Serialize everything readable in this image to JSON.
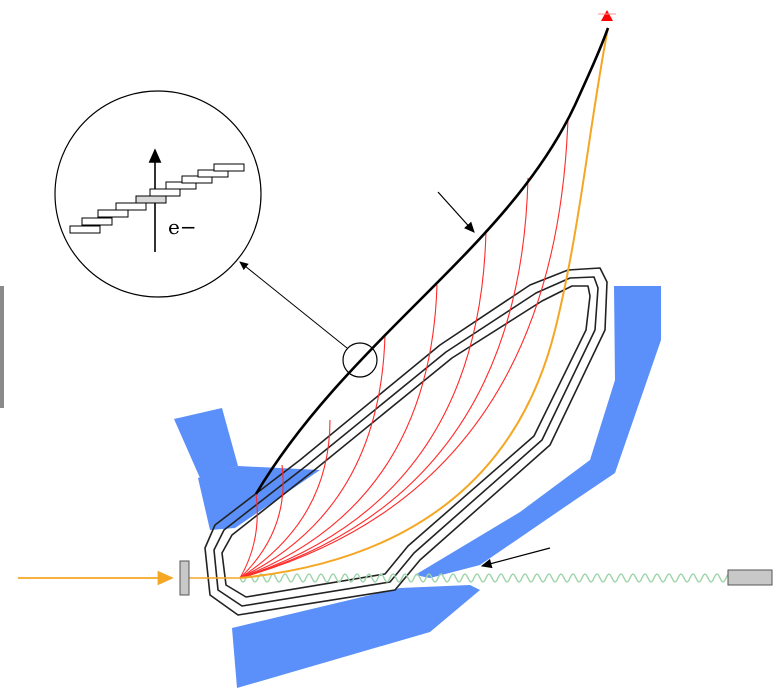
{
  "inset": {
    "label": "e−",
    "description_icon": "staircase-energy-levels-icon"
  },
  "colors": {
    "background": "#ffffff",
    "magnet_blue": "#5b8ff9",
    "magnet_blue_dark": "#4a7fe8",
    "trajectory_black": "#000000",
    "trajectory_red": "#ff2020",
    "trajectory_orange": "#f5a623",
    "wave_green": "#9fd4a8",
    "chamber_stroke": "#222222",
    "target_grey": "#c8c8c8",
    "left_strip_grey": "#888888",
    "arrow_red": "#ff0000"
  },
  "elements": {
    "red_trajectory_count": 8,
    "chamber_outline_count": 3
  }
}
